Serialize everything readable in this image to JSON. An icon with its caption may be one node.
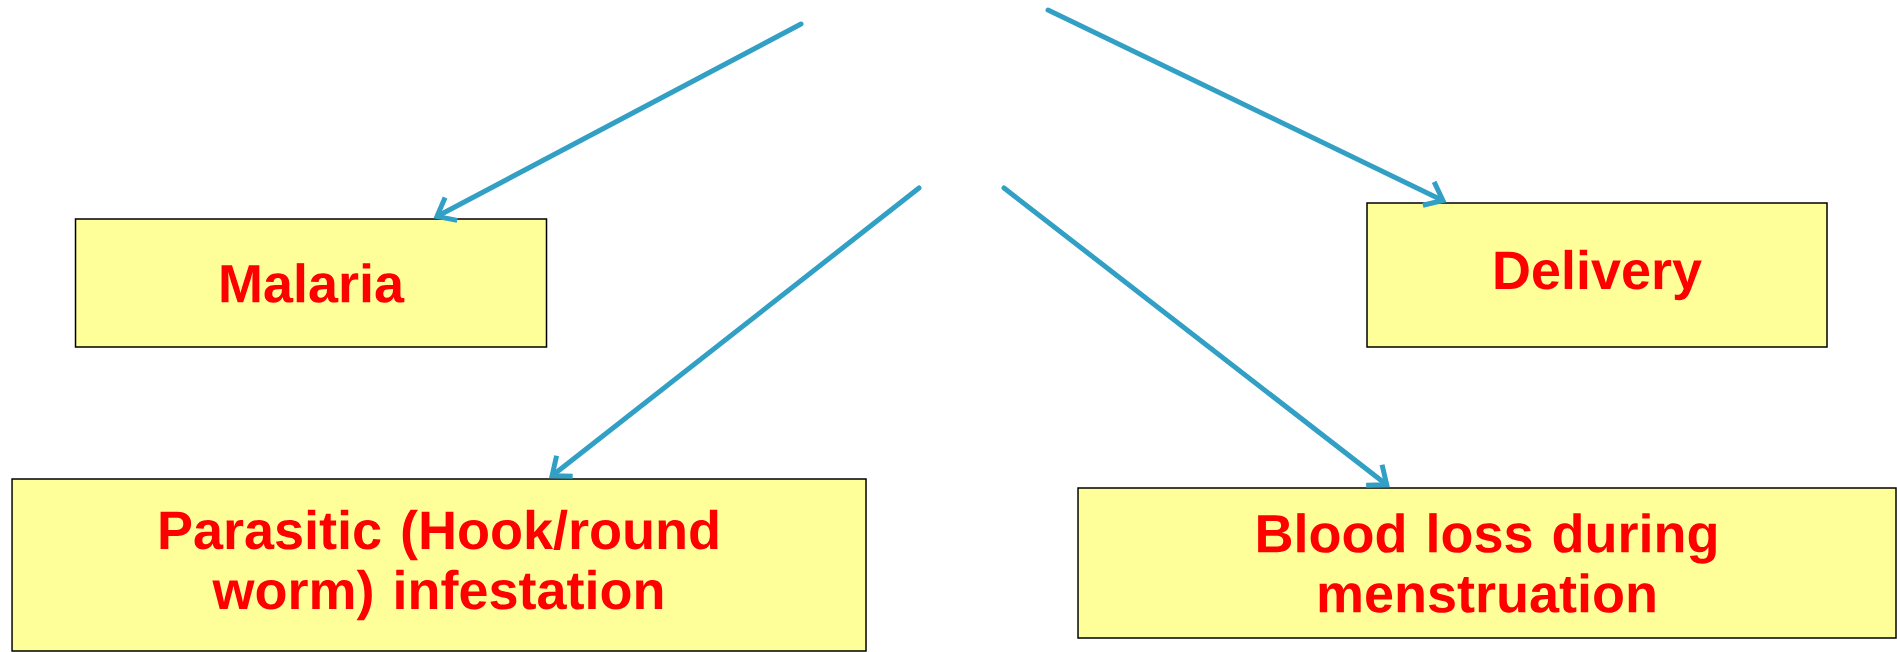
{
  "diagram": {
    "nodes": [
      {
        "text": [
          "Malaria"
        ]
      },
      {
        "text": [
          "Delivery"
        ]
      },
      {
        "text": [
          "Parasitic (Hook/round worm) infestation"
        ]
      },
      {
        "text": [
          "Blood loss during menstruation"
        ]
      }
    ],
    "edges": [
      {
        "from": null,
        "to": 0,
        "arrow": "to"
      },
      {
        "from": null,
        "to": 1,
        "arrow": "to"
      },
      {
        "from": null,
        "to": 2,
        "arrow": "to"
      },
      {
        "from": null,
        "to": 3,
        "arrow": "to"
      }
    ]
  }
}
